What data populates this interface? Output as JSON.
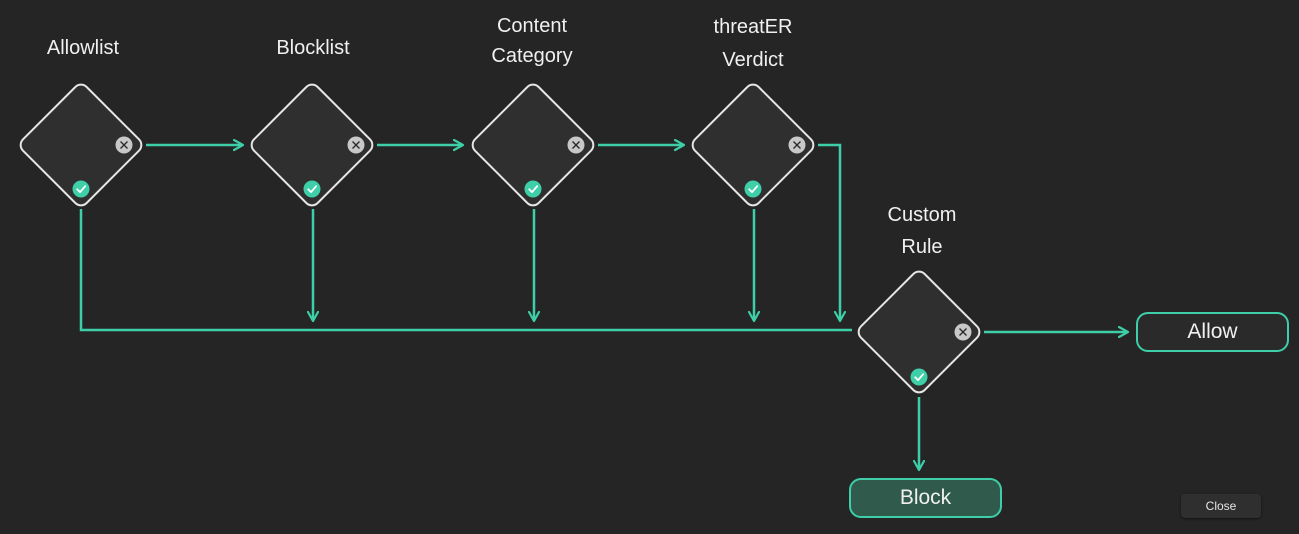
{
  "nodes": [
    {
      "id": "allowlist",
      "label": [
        "Allowlist"
      ]
    },
    {
      "id": "blocklist",
      "label": [
        "Blocklist"
      ]
    },
    {
      "id": "content-category",
      "label": [
        "Content",
        "Category"
      ]
    },
    {
      "id": "threater-verdict",
      "label": [
        "threatER",
        "Verdict"
      ]
    },
    {
      "id": "custom-rule",
      "label": [
        "Custom",
        "Rule"
      ]
    }
  ],
  "outcomes": {
    "allow": "Allow",
    "block": "Block"
  },
  "close_label": "Close",
  "colors": {
    "background": "#252525",
    "accent": "#3ecfa8",
    "diamond_fill": "#2f2f2f",
    "diamond_stroke": "#e6e6e6",
    "reject_badge": "#c8c8c8",
    "block_fill": "#2f5a4c"
  },
  "icons": {
    "pass": "check-icon",
    "fail": "x-icon"
  }
}
